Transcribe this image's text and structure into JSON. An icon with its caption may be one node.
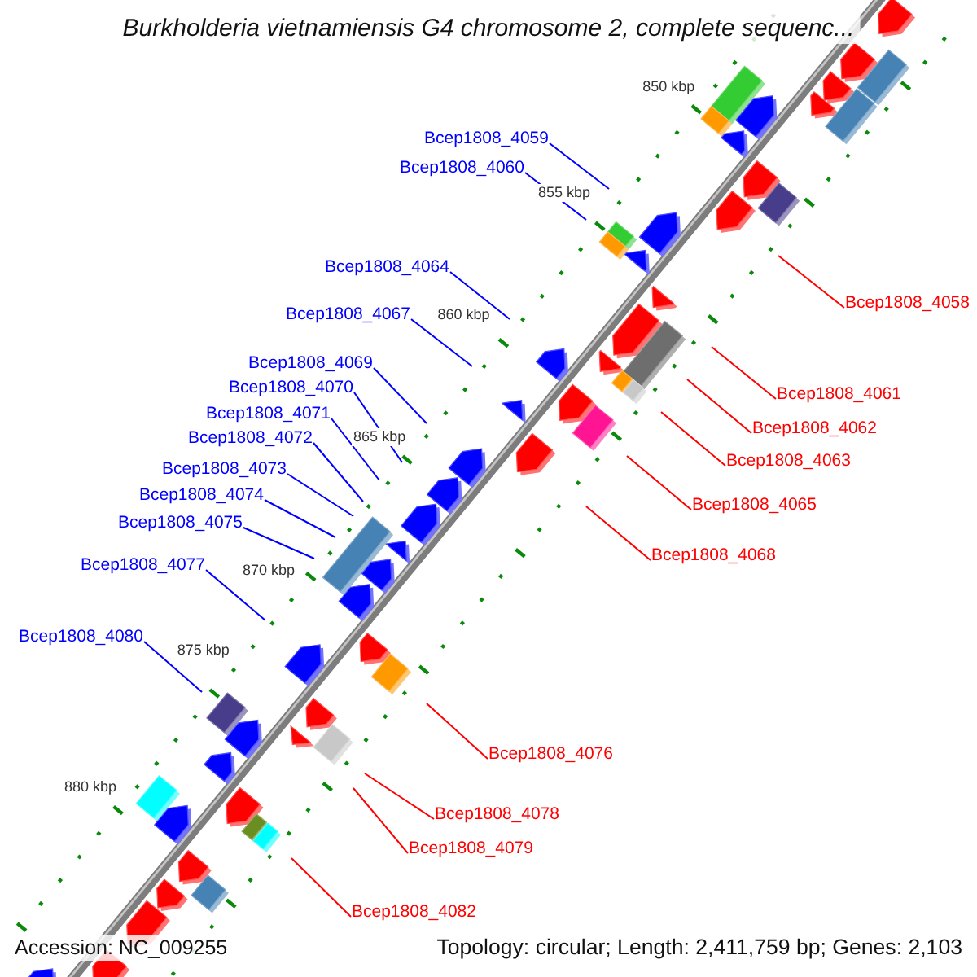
{
  "diagram": {
    "title": "Burkholderia vietnamiensis G4 chromosome 2, complete sequenc...",
    "nodes": [
      {
        "text": [
          "Bcep1808_4059"
        ]
      },
      {
        "text": [
          "Bcep1808_4060"
        ]
      },
      {
        "text": [
          "Bcep1808_4064"
        ]
      },
      {
        "text": [
          "Bcep1808_4058"
        ]
      },
      {
        "text": [
          "Bcep1808_4067"
        ]
      },
      {
        "text": [
          "Bcep1808_4069"
        ]
      },
      {
        "text": [
          "Bcep1808_4070"
        ]
      },
      {
        "text": [
          "Bcep1808_4061"
        ]
      },
      {
        "text": [
          "Bcep1808_4071"
        ]
      },
      {
        "text": [
          "Bcep1808_4062"
        ]
      },
      {
        "text": [
          "Bcep1808_4072"
        ]
      },
      {
        "text": [
          "Bcep1808_4063"
        ]
      },
      {
        "text": [
          "Bcep1808_4073"
        ]
      },
      {
        "text": [
          "Bcep1808_4074"
        ]
      },
      {
        "text": [
          "Bcep1808_4065"
        ]
      },
      {
        "text": [
          "Bcep1808_4075"
        ]
      },
      {
        "text": [
          "Bcep1808_4068"
        ]
      },
      {
        "text": [
          "Bcep1808_4077"
        ]
      },
      {
        "text": [
          "Bcep1808_4080"
        ]
      },
      {
        "text": [
          "Bcep1808_4076"
        ]
      },
      {
        "text": [
          "Bcep1808_4078"
        ]
      },
      {
        "text": [
          "Bcep1808_4079"
        ]
      },
      {
        "text": [
          "Bcep1808_4082"
        ]
      }
    ],
    "edges": [
      {
        "from": 0,
        "to": null,
        "arrow": "none"
      },
      {
        "from": 1,
        "to": null,
        "arrow": "none"
      },
      {
        "from": 2,
        "to": null,
        "arrow": "none"
      },
      {
        "from": 3,
        "to": null,
        "arrow": "none",
        "color": "#ff0000"
      },
      {
        "from": 4,
        "to": null,
        "arrow": "none"
      },
      {
        "from": 5,
        "to": null,
        "arrow": "none"
      },
      {
        "from": 6,
        "to": null,
        "arrow": "none"
      },
      {
        "from": 7,
        "to": null,
        "arrow": "none",
        "color": "#ff0000"
      },
      {
        "from": 8,
        "to": null,
        "arrow": "none"
      },
      {
        "from": 9,
        "to": null,
        "arrow": "none",
        "color": "#ff0000"
      },
      {
        "from": 10,
        "to": null,
        "arrow": "none"
      },
      {
        "from": 11,
        "to": null,
        "arrow": "none",
        "color": "#ff0000"
      },
      {
        "from": 12,
        "to": null,
        "arrow": "none"
      },
      {
        "from": 13,
        "to": null,
        "arrow": "none"
      },
      {
        "from": 14,
        "to": null,
        "arrow": "none",
        "color": "#ff0000"
      },
      {
        "from": 15,
        "to": null,
        "arrow": "none"
      },
      {
        "from": 16,
        "to": null,
        "arrow": "none",
        "color": "#ff0000"
      },
      {
        "from": 17,
        "to": null,
        "arrow": "none"
      },
      {
        "from": 18,
        "to": null,
        "arrow": "none"
      },
      {
        "from": 19,
        "to": null,
        "arrow": "none",
        "color": "#ff0000"
      },
      {
        "from": 20,
        "to": null,
        "arrow": "none",
        "color": "#ff0000"
      },
      {
        "from": 21,
        "to": null,
        "arrow": "none",
        "color": "#ff0000"
      },
      {
        "from": 22,
        "to": null,
        "arrow": "none",
        "color": "#ff0000"
      }
    ],
    "labels": [
      "850 kbp",
      "855 kbp",
      "860 kbp",
      "865 kbp",
      "870 kbp",
      "875 kbp",
      "880 kbp",
      "Accession: NC_009255",
      "Topology: circular; Length: 2,411,759 bp; Genes: 2,103"
    ]
  }
}
